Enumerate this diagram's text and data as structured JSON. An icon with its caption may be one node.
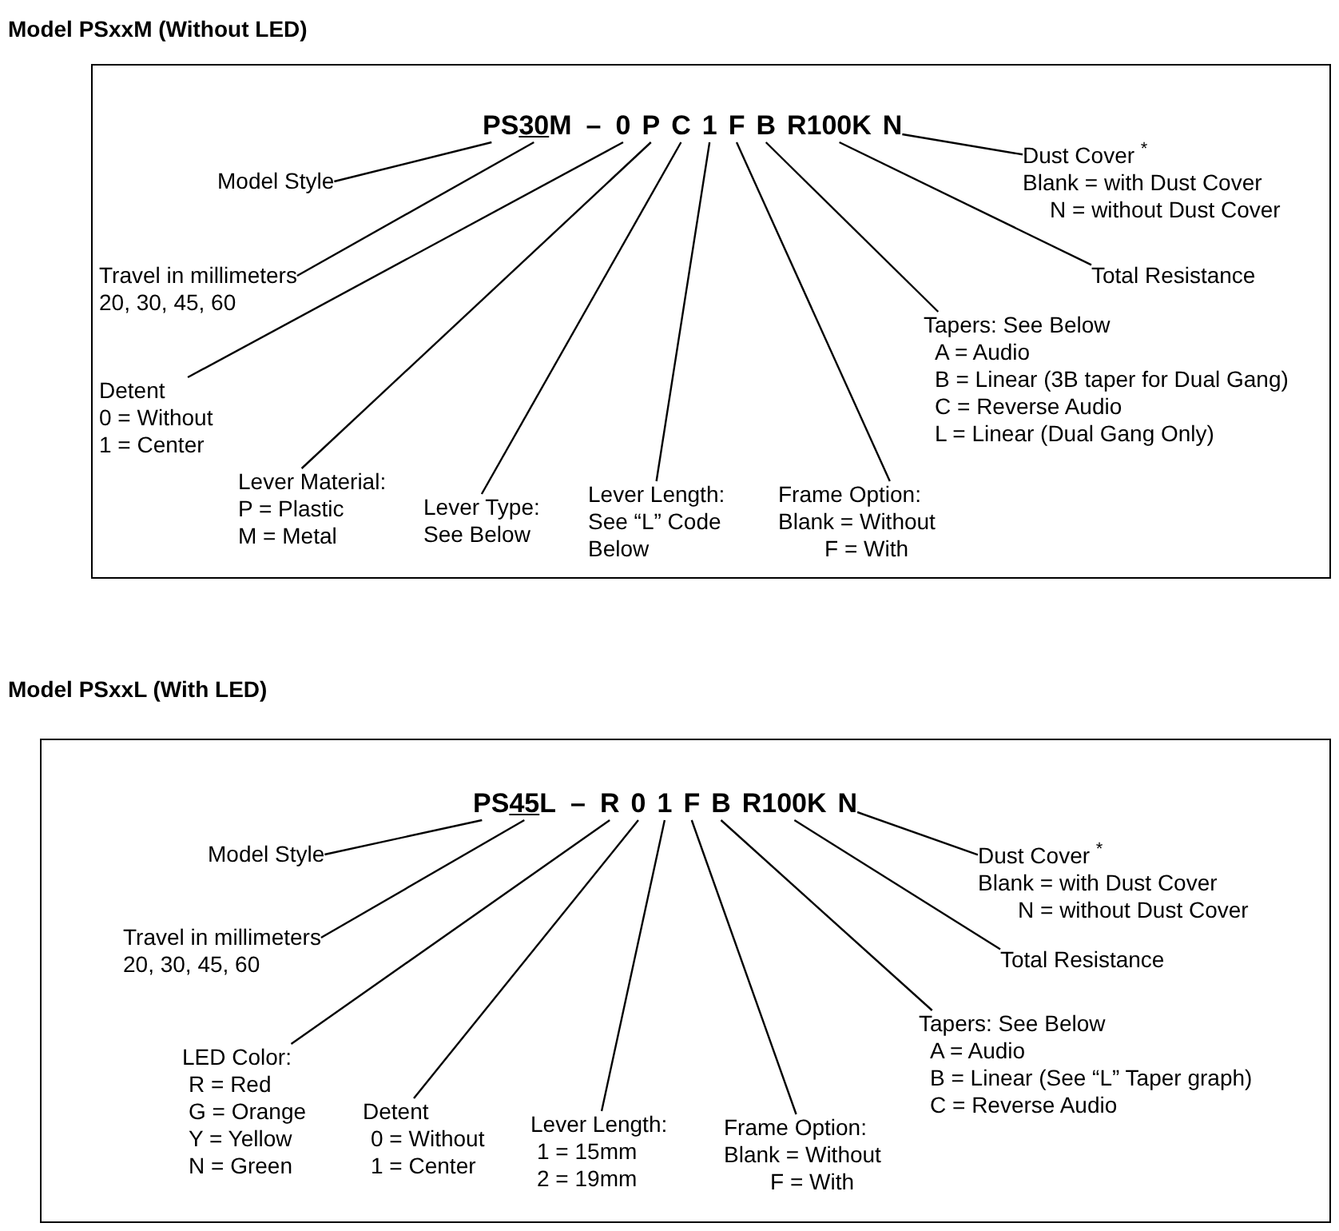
{
  "diagram": {
    "nodes": [
      {
        "text": [
          "Model PSxxM (Without LED)"
        ]
      },
      {
        "text": [
          "PS"
        ],
        "in": 0
      },
      {
        "text": [
          "30"
        ],
        "in": 0
      },
      {
        "text": [
          "0"
        ],
        "in": 0
      },
      {
        "text": [
          "P"
        ],
        "in": 0
      },
      {
        "text": [
          "C"
        ],
        "in": 0
      },
      {
        "text": [
          "1"
        ],
        "in": 0
      },
      {
        "text": [
          "F"
        ],
        "in": 0
      },
      {
        "text": [
          "B"
        ],
        "in": 0
      },
      {
        "text": [
          "R100K"
        ],
        "in": 0
      },
      {
        "text": [
          "N"
        ],
        "in": 0
      },
      {
        "text": [
          "Model Style"
        ],
        "in": 0
      },
      {
        "text": [
          "Dust Cover $^{*}$",
          "Blank = with Dust Cover",
          "N = without Dust Cover"
        ],
        "in": 0
      },
      {
        "text": [
          "Travel in millimeters",
          "20, 30, 45, 60"
        ],
        "in": 0
      },
      {
        "text": [
          "Total Resistance"
        ],
        "in": 0
      },
      {
        "text": [
          "Tapers: See Below",
          "A = Audio",
          "B = Linear (3B taper for Dual Gang)",
          "C = Reverse Audio",
          "L = Linear (Dual Gang Only)"
        ],
        "in": 0
      },
      {
        "text": [
          "Detent",
          "0 = Without",
          "1 = Center"
        ],
        "in": 0
      },
      {
        "text": [
          "Lever Material:",
          "P = Plastic",
          "M = Metal"
        ],
        "in": 0
      },
      {
        "text": [
          "Lever Type:",
          "See Below"
        ],
        "in": 0
      },
      {
        "text": [
          "Lever Length:",
          "See “L” Code Below"
        ],
        "in": 0
      },
      {
        "text": [
          "Frame Option:",
          "Blank = Without",
          "F = With"
        ],
        "in": 0
      },
      {
        "text": [
          "Model PSxxL (With LED)"
        ]
      },
      {
        "text": [
          "PS"
        ],
        "in": 21
      },
      {
        "text": [
          "45"
        ],
        "in": 21
      },
      {
        "text": [
          "R"
        ],
        "in": 21
      },
      {
        "text": [
          "0"
        ],
        "in": 21
      },
      {
        "text": [
          "1"
        ],
        "in": 21
      },
      {
        "text": [
          "F"
        ],
        "in": 21
      },
      {
        "text": [
          "B"
        ],
        "in": 21
      },
      {
        "text": [
          "R100K"
        ],
        "in": 21
      },
      {
        "text": [
          "N"
        ],
        "in": 21
      },
      {
        "text": [
          "Model Style"
        ],
        "in": 21
      },
      {
        "text": [
          "Dust Cover $^{*}$",
          "Blank = with Dust Cover",
          "N = without Dust Cover"
        ],
        "in": 21
      },
      {
        "text": [
          "Travel in millimeters",
          "20, 30, 45, 60"
        ],
        "in": 21
      },
      {
        "text": [
          "Total Resistance"
        ],
        "in": 21
      },
      {
        "text": [
          "Tapers: See Below",
          "A = Audio",
          "B = Linear (See “L” Taper graph)",
          "C = Reverse Audio"
        ],
        "in": 21
      },
      {
        "text": [
          "LED Color:",
          "R = Red",
          "G = Orange",
          "Y = Yellow",
          "N = Green"
        ],
        "in": 21
      },
      {
        "text": [
          "Detent",
          "0 = Without",
          "1 = Center"
        ],
        "in": 21
      },
      {
        "text": [
          "Lever Length:",
          "1 = 15mm",
          "2 = 19mm"
        ],
        "in": 21
      },
      {
        "text": [
          "Frame Option:",
          "Blank = Without",
          "F = With"
        ],
        "in": 21
      }
    ],
    "edges": [
      {
        "from": 11,
        "to": 1,
        "arrow": "none"
      },
      {
        "from": 13,
        "to": 2,
        "arrow": "none"
      },
      {
        "from": 16,
        "to": 3,
        "arrow": "none"
      },
      {
        "from": 17,
        "to": 4,
        "arrow": "none"
      },
      {
        "from": 18,
        "to": 5,
        "arrow": "none"
      },
      {
        "from": 19,
        "to": 6,
        "arrow": "none"
      },
      {
        "from": 20,
        "to": 7,
        "arrow": "none"
      },
      {
        "from": 15,
        "to": 8,
        "arrow": "none"
      },
      {
        "from": 14,
        "to": 9,
        "arrow": "none"
      },
      {
        "from": 12,
        "to": 10,
        "arrow": "none"
      },
      {
        "from": 31,
        "to": 22,
        "arrow": "none"
      },
      {
        "from": 33,
        "to": 23,
        "arrow": "none"
      },
      {
        "from": 36,
        "to": 24,
        "arrow": "none"
      },
      {
        "from": 37,
        "to": 25,
        "arrow": "none"
      },
      {
        "from": 38,
        "to": 26,
        "arrow": "none"
      },
      {
        "from": 39,
        "to": 27,
        "arrow": "none"
      },
      {
        "from": 35,
        "to": 28,
        "arrow": "none"
      },
      {
        "from": 34,
        "to": 29,
        "arrow": "none"
      },
      {
        "from": 32,
        "to": 30,
        "arrow": "none"
      }
    ],
    "labels": [
      "M",
      "–",
      "L",
      "–"
    ]
  }
}
